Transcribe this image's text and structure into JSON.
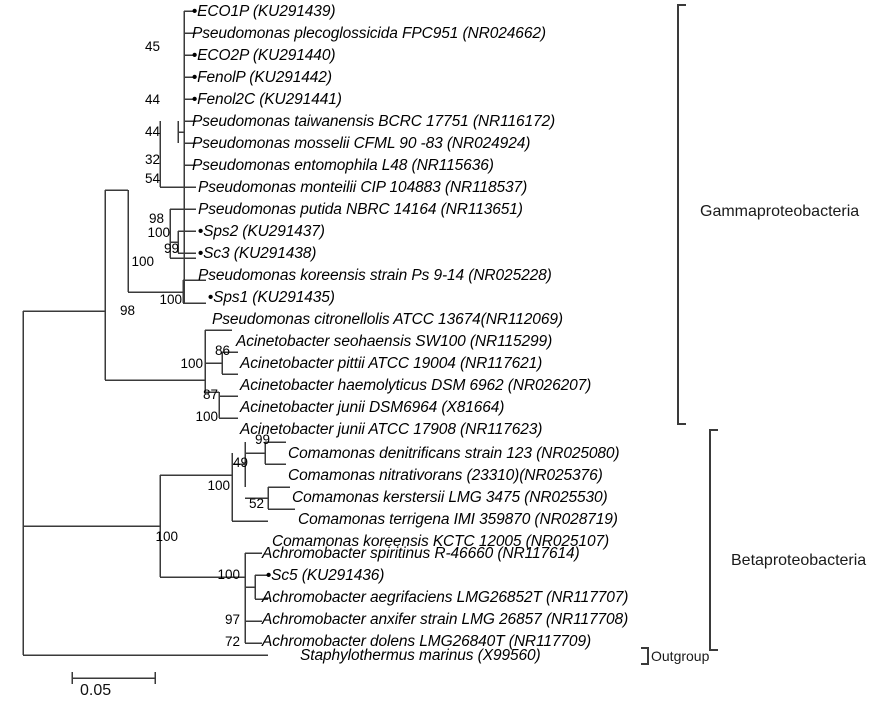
{
  "figure": {
    "type": "phylogenetic-tree",
    "scale_bar": {
      "value": "0.05"
    },
    "groups": [
      {
        "name": "gammaproteobacteria",
        "label": "Gammaproteobacteria"
      },
      {
        "name": "betaproteobacteria",
        "label": "Betaproteobacteria"
      },
      {
        "name": "outgroup",
        "label": "Outgroup"
      }
    ],
    "leaves": [
      {
        "marked": "•",
        "text": "ECO1P (KU291439)"
      },
      {
        "marked": "",
        "text": "Pseudomonas plecoglossicida FPC951 (NR024662)"
      },
      {
        "marked": "•",
        "text": "ECO2P (KU291440)"
      },
      {
        "marked": "•",
        "text": "FenolP (KU291442)"
      },
      {
        "marked": "•",
        "text": "Fenol2C (KU291441)"
      },
      {
        "marked": "",
        "text": "Pseudomonas taiwanensis BCRC 17751 (NR116172)"
      },
      {
        "marked": "",
        "text": "Pseudomonas mosselii CFML 90  -83 (NR024924)"
      },
      {
        "marked": "",
        "text": "Pseudomonas entomophila L48 (NR115636)"
      },
      {
        "marked": "",
        "text": "Pseudomonas monteilii CIP 104883 (NR118537)"
      },
      {
        "marked": "",
        "text": "Pseudomonas putida NBRC 14164 (NR113651)"
      },
      {
        "marked": "•",
        "text": "Sps2 (KU291437)"
      },
      {
        "marked": "•",
        "text": "Sc3 (KU291438)"
      },
      {
        "marked": "",
        "text": "Pseudomonas koreensis strain Ps 9-14 (NR025228)"
      },
      {
        "marked": "•",
        "text": "Sps1 (KU291435)"
      },
      {
        "marked": "",
        "text": "Pseudomonas citronellolis ATCC 13674(NR112069)"
      },
      {
        "marked": "",
        "text": "Acinetobacter seohaensis SW100 (NR115299)"
      },
      {
        "marked": "",
        "text": "Acinetobacter pittii ATCC 19004 (NR117621)"
      },
      {
        "marked": "",
        "text": "Acinetobacter haemolyticus  DSM 6962 (NR026207)"
      },
      {
        "marked": "",
        "text": "Acinetobacter junii DSM6964 (X81664)"
      },
      {
        "marked": "",
        "text": "Acinetobacter junii ATCC 17908 (NR117623)"
      },
      {
        "marked": "",
        "text": "Comamonas denitrificans strain 123 (NR025080)"
      },
      {
        "marked": "",
        "text": "Comamonas nitrativorans (23310)(NR025376)"
      },
      {
        "marked": "",
        "text": "Comamonas kerstersii LMG 3475 (NR025530)"
      },
      {
        "marked": "",
        "text": "Comamonas terrigena IMI 359870 (NR028719)"
      },
      {
        "marked": "",
        "text": "Comamonas koreensis KCTC 12005 (NR025107)"
      },
      {
        "marked": "",
        "text": "Achromobacter spiritinus R-46660 (NR117614)"
      },
      {
        "marked": "•",
        "text": "Sc5 (KU291436)"
      },
      {
        "marked": "",
        "text": "Achromobacter aegrifaciens LMG26852T (NR117707)"
      },
      {
        "marked": "",
        "text": "Achromobacter anxifer strain LMG 26857 (NR117708)"
      },
      {
        "marked": "",
        "text": "Achromobacter dolens LMG26840T (NR117709)"
      },
      {
        "marked": "",
        "text": "Staphylothermus marinus (X99560)"
      }
    ],
    "bootstrap_values": [
      {
        "value": "45"
      },
      {
        "value": "44"
      },
      {
        "value": "44"
      },
      {
        "value": "32"
      },
      {
        "value": "54"
      },
      {
        "value": "98"
      },
      {
        "value": "100"
      },
      {
        "value": "99"
      },
      {
        "value": "100"
      },
      {
        "value": "100"
      },
      {
        "value": "98"
      },
      {
        "value": "100"
      },
      {
        "value": "86"
      },
      {
        "value": "87"
      },
      {
        "value": "100"
      },
      {
        "value": "99"
      },
      {
        "value": "49"
      },
      {
        "value": "100"
      },
      {
        "value": "52"
      },
      {
        "value": "100"
      },
      {
        "value": "100"
      },
      {
        "value": "97"
      },
      {
        "value": "72"
      }
    ]
  }
}
